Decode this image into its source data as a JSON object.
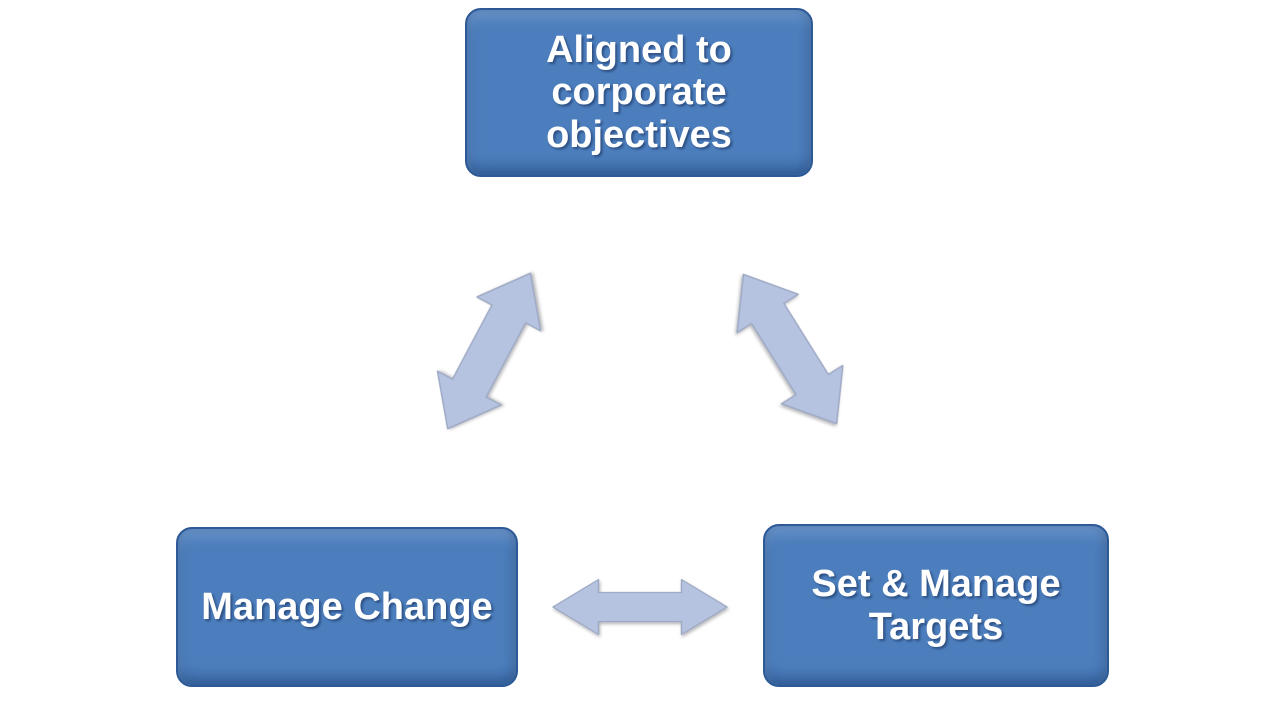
{
  "diagram": {
    "type": "cycle-relationship-diagram",
    "nodes": [
      {
        "id": "aligned-to-corporate-objectives",
        "label": "Aligned to corporate objectives"
      },
      {
        "id": "manage-change",
        "label": "Manage Change"
      },
      {
        "id": "set-and-manage-targets",
        "label": "Set & Manage Targets"
      }
    ],
    "connectors": [
      {
        "between": [
          "aligned-to-corporate-objectives",
          "manage-change"
        ],
        "style": "double-headed-arrow",
        "orientation": "diagonal"
      },
      {
        "between": [
          "aligned-to-corporate-objectives",
          "set-and-manage-targets"
        ],
        "style": "double-headed-arrow",
        "orientation": "diagonal"
      },
      {
        "between": [
          "manage-change",
          "set-and-manage-targets"
        ],
        "style": "double-headed-arrow",
        "orientation": "horizontal"
      }
    ],
    "colors": {
      "background": "#ffffff",
      "node_fill": "#4c7ebd",
      "node_border": "#2d5a96",
      "node_text": "#ffffff",
      "arrow_fill": "#b6c3e0",
      "arrow_outline": "#9fabc6"
    }
  }
}
